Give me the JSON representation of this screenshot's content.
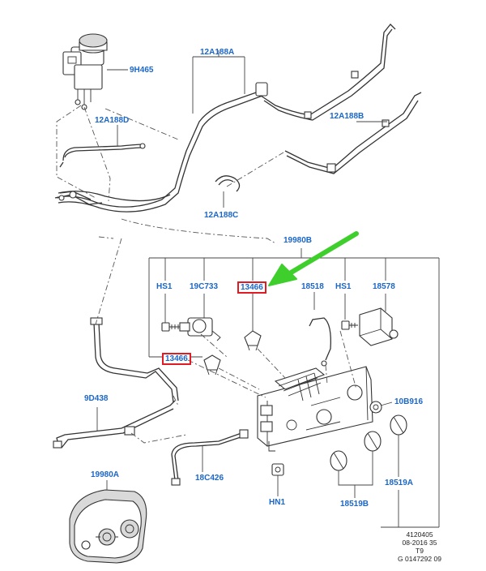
{
  "callouts": {
    "c_9H465": "9H465",
    "c_12A188A": "12A188A",
    "c_12A188D": "12A188D",
    "c_12A188B": "12A188B",
    "c_12A188C": "12A188C",
    "c_19980B": "19980B",
    "c_HS1_left": "HS1",
    "c_19C733": "19C733",
    "c_13466_top": "13466",
    "c_18518": "18518",
    "c_HS1_right": "HS1",
    "c_18578": "18578",
    "c_13466_left": "13466",
    "c_10B916": "10B916",
    "c_9D438": "9D438",
    "c_18C426": "18C426",
    "c_19980A": "19980A",
    "c_HN1": "HN1",
    "c_18519A": "18519A",
    "c_18519B": "18519B"
  },
  "reference": {
    "line1": "4120405",
    "line2": "08-2016 35",
    "line3": "T9",
    "line4": "G 0147292 09"
  },
  "colors": {
    "callout_text": "#1a66c9",
    "highlight_box": "#e01b24",
    "pointer_arrow": "#3fcf2c",
    "line_art": "#333333"
  }
}
